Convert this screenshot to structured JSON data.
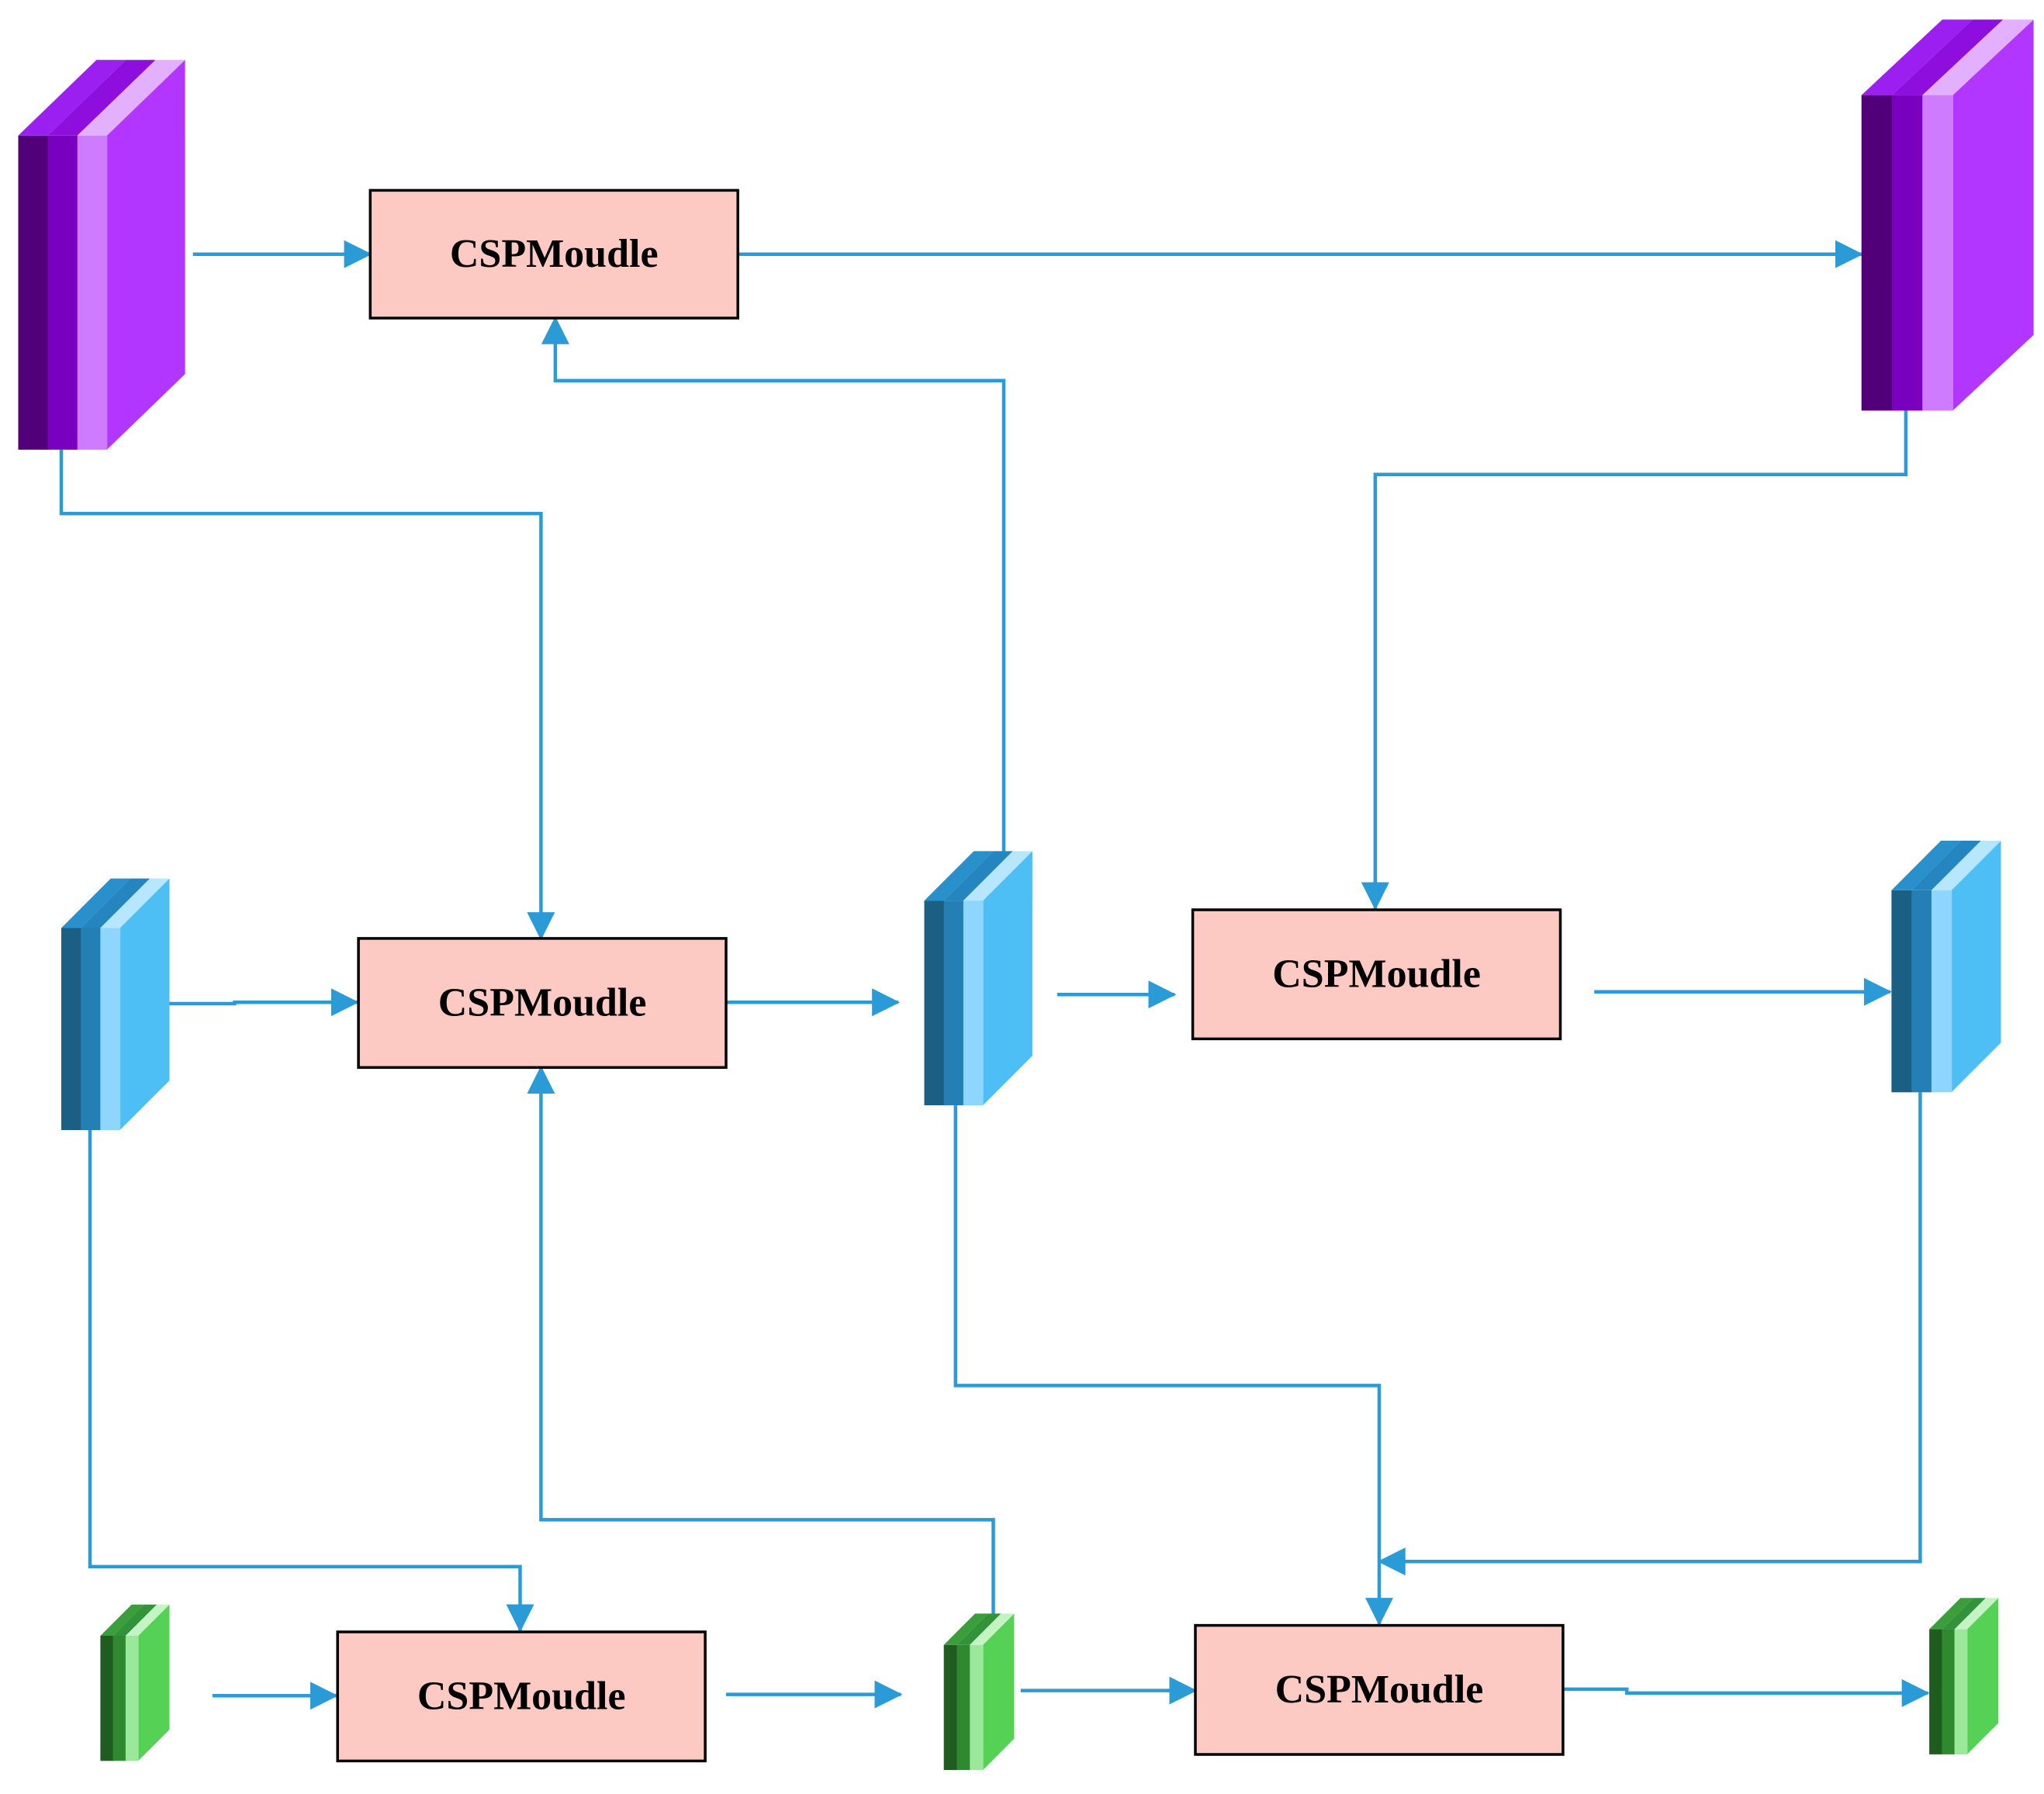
{
  "diagram": {
    "line_color": "#2a9bd6",
    "module_fill": "#fccac3",
    "module_stroke": "#000000",
    "modules": [
      {
        "id": "m-top",
        "label": "CSPMoudle"
      },
      {
        "id": "m-mid-left",
        "label": "CSPMoudle"
      },
      {
        "id": "m-mid-right",
        "label": "CSPMoudle"
      },
      {
        "id": "m-bot-left",
        "label": "CSPMoudle"
      },
      {
        "id": "m-bot-right",
        "label": "CSPMoudle"
      }
    ],
    "palettes": {
      "purple": {
        "c1": "#52007a",
        "c2": "#7a00bf",
        "c3": "#cf7bff",
        "side": "#b236ff",
        "top1": "#9a1ff0",
        "top2": "#8d0edd",
        "top3": "#e2b0ff"
      },
      "blue": {
        "c1": "#1b5f85",
        "c2": "#2480b4",
        "c3": "#8fd6ff",
        "side": "#4dbff5",
        "top1": "#2a90cc",
        "top2": "#2585bf",
        "top3": "#b7e6ff"
      },
      "green": {
        "c1": "#1f5c1f",
        "c2": "#2f8a2f",
        "c3": "#9be89b",
        "side": "#55d155",
        "top1": "#3a9e3a",
        "top2": "#33933a",
        "top3": "#c4f4c4"
      }
    }
  }
}
